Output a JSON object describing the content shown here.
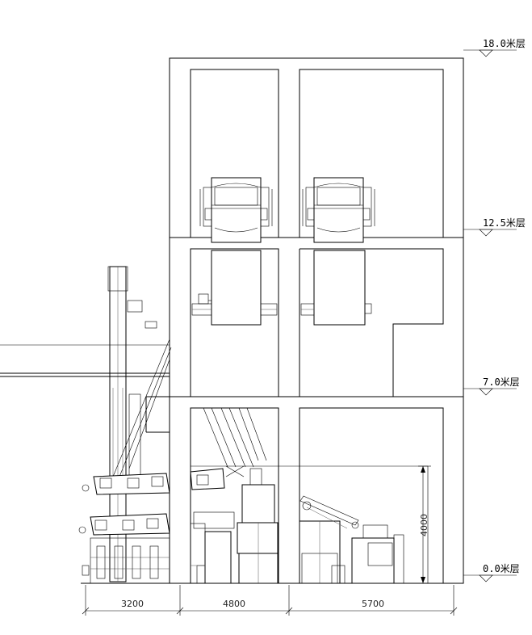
{
  "levels": {
    "l18": "18.0米层",
    "l125": "12.5米层",
    "l7": "7.0米层",
    "l0": "0.0米层"
  },
  "dimensions": {
    "d1": "3200",
    "d2": "4800",
    "d3": "5700",
    "height": "4000"
  }
}
